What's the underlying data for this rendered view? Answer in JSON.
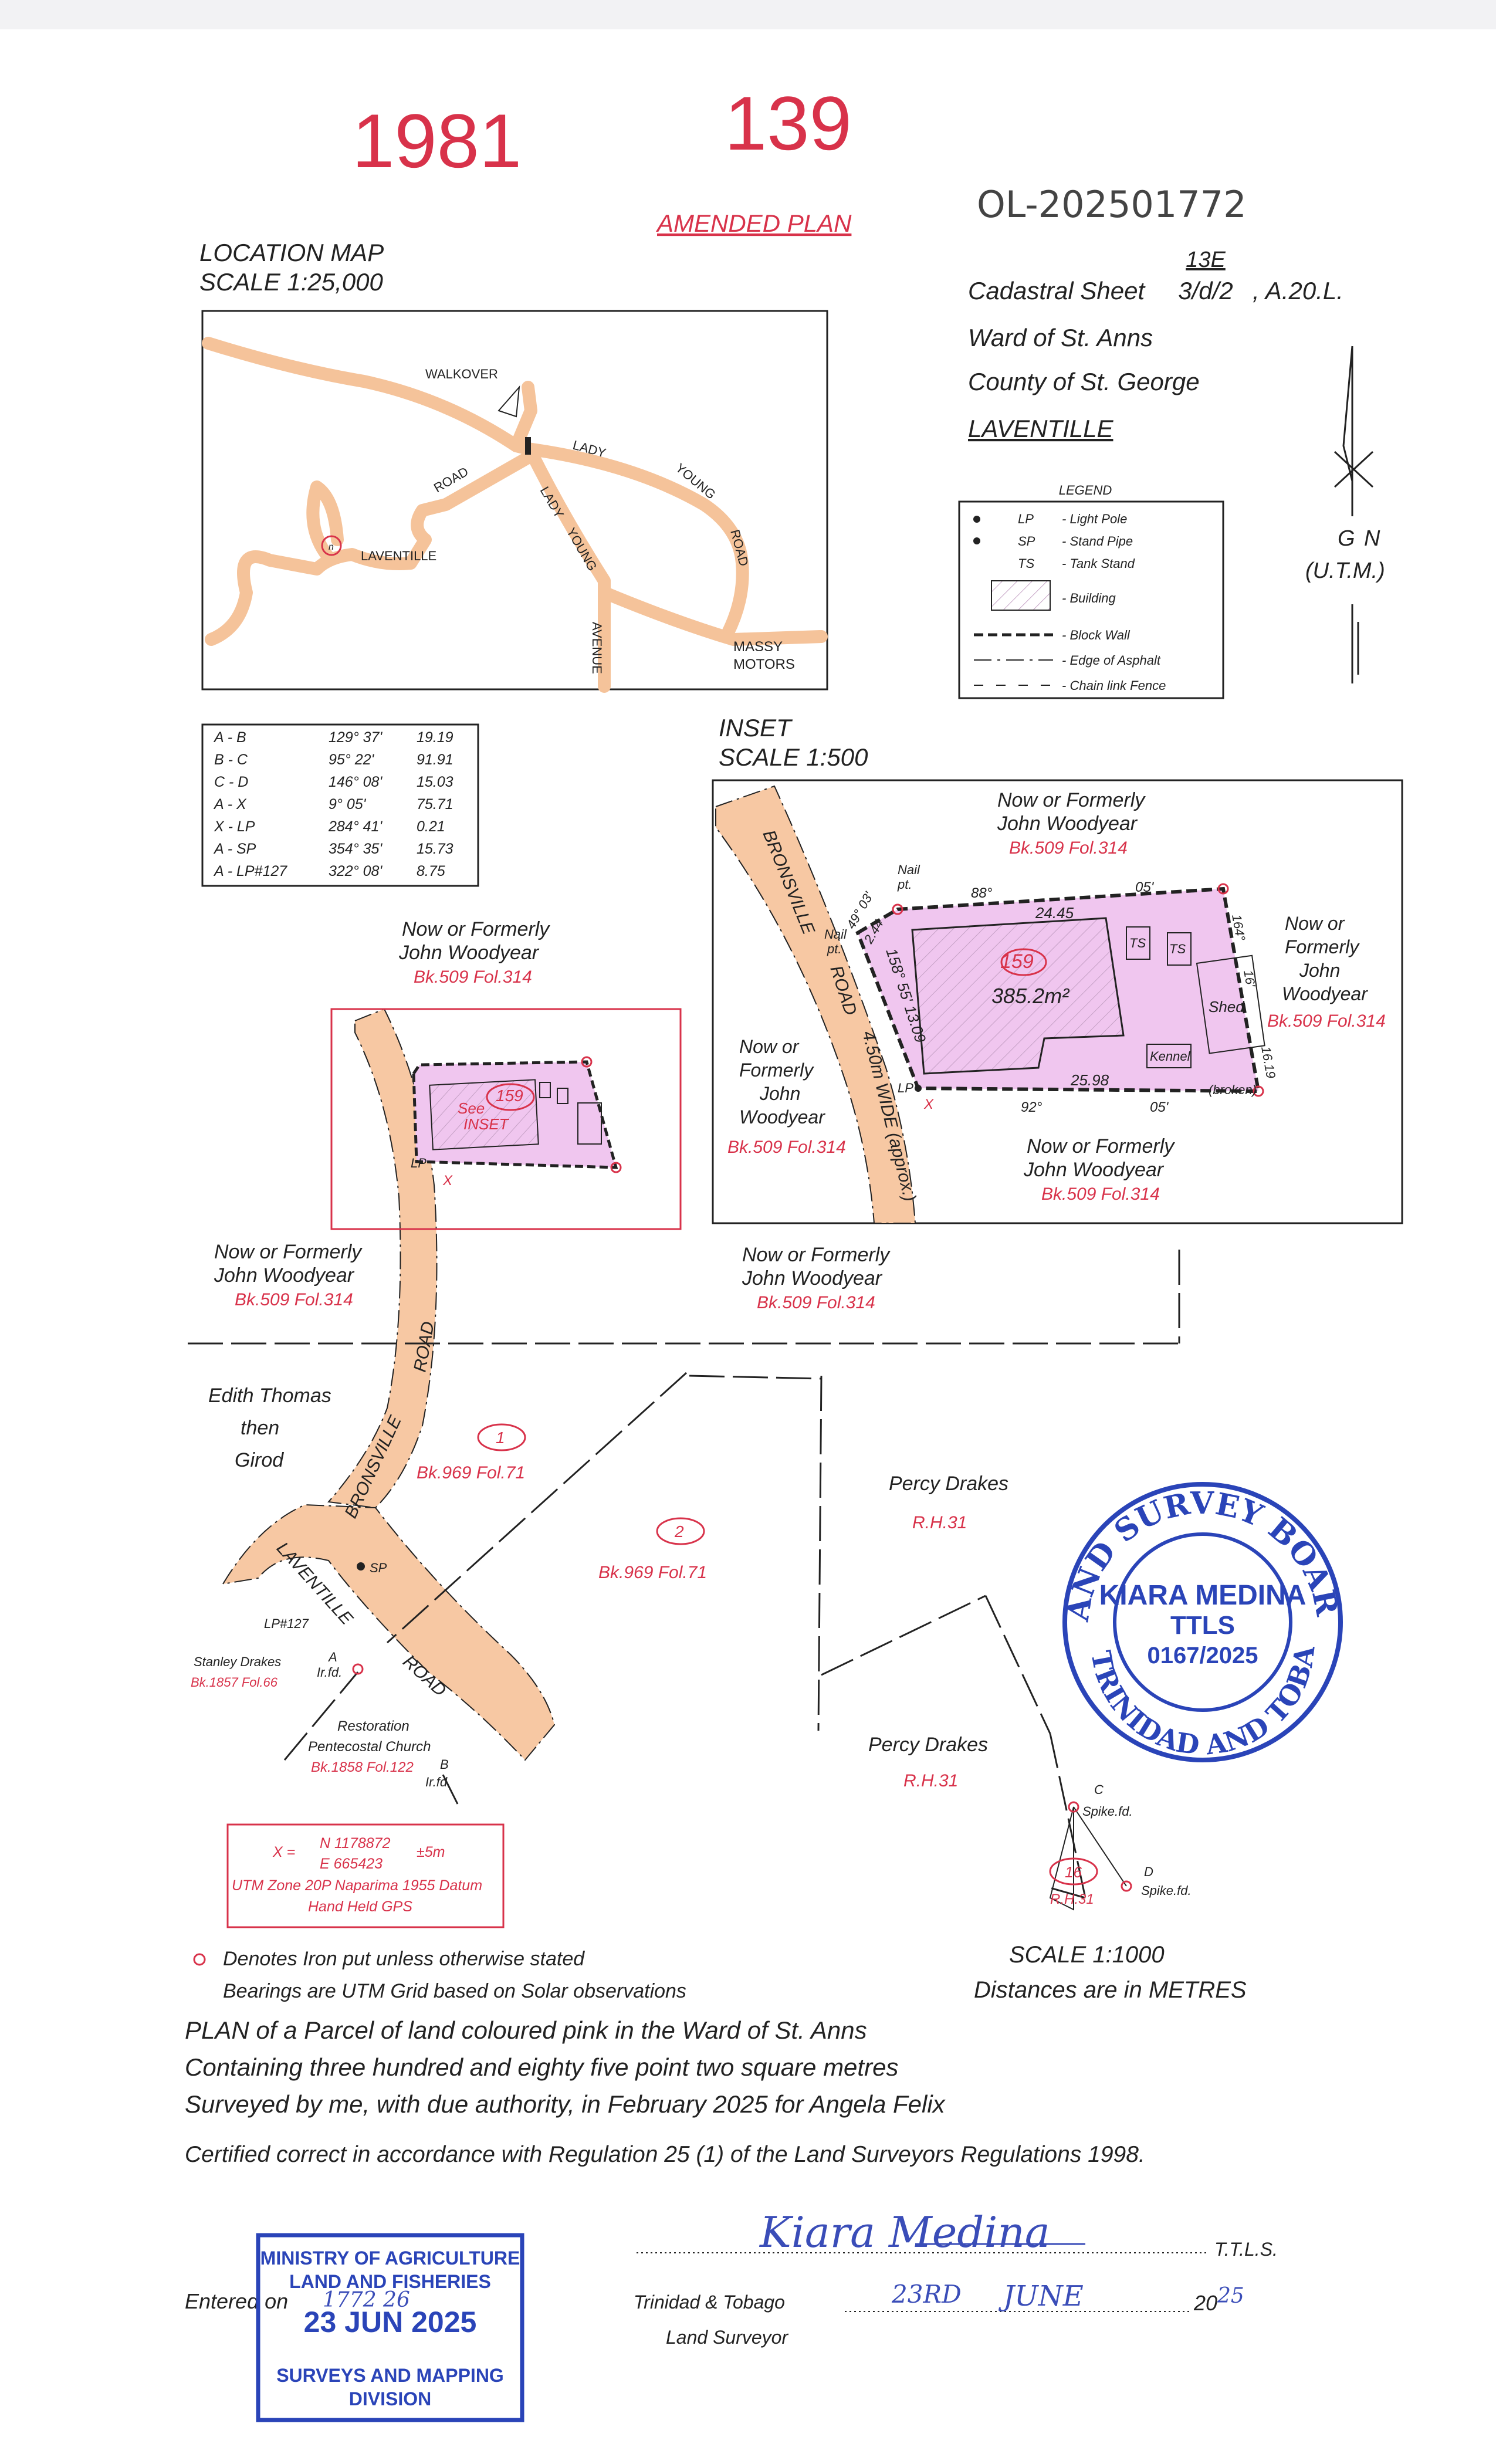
{
  "header": {
    "ref_year": "1981",
    "ref_num": "139",
    "amended": "AMENDED PLAN",
    "ol_number": "OL-202501772"
  },
  "location_map": {
    "title": "LOCATION MAP",
    "scale": "SCALE 1:25,000",
    "labels": {
      "walkover": "WALKOVER",
      "lady1": "LADY",
      "young1": "YOUNG",
      "road1": "ROAD",
      "road2": "ROAD",
      "lady2": "LADY",
      "young2": "YOUNG",
      "laventille": "LAVENTILLE",
      "avenue": "AVENUE",
      "massy1": "MASSY",
      "massy2": "MOTORS"
    }
  },
  "cadastral": {
    "sheet_label": "Cadastral Sheet",
    "sheet_top": "13E",
    "sheet_bottom": "3/d/2",
    "sheet_suffix": ", A.20.L.",
    "ward": "Ward of St. Anns",
    "county": "County of St. George",
    "place": "LAVENTILLE"
  },
  "legend": {
    "title": "LEGEND",
    "items": [
      {
        "code": "LP",
        "desc": "Light Pole"
      },
      {
        "code": "SP",
        "desc": "Stand Pipe"
      },
      {
        "code": "TS",
        "desc": "Tank Stand"
      },
      {
        "code": "",
        "desc": "Building"
      },
      {
        "code": "",
        "desc": "Block Wall"
      },
      {
        "code": "",
        "desc": "Edge of Asphalt"
      },
      {
        "code": "",
        "desc": "Chain link Fence"
      }
    ]
  },
  "north": {
    "g": "G",
    "n": "N",
    "utm": "(U.T.M.)"
  },
  "bearings": [
    [
      "A - B",
      "129° 37'",
      "19.19"
    ],
    [
      "B - C",
      "95° 22'",
      "91.91"
    ],
    [
      "C - D",
      "146° 08'",
      "15.03"
    ],
    [
      "A - X",
      "9° 05'",
      "75.71"
    ],
    [
      "X - LP",
      "284° 41'",
      "0.21"
    ],
    [
      "A - SP",
      "354° 35'",
      "15.73"
    ],
    [
      "A - LP#127",
      "322° 08'",
      "8.75"
    ]
  ],
  "inset": {
    "title": "INSET",
    "scale": "SCALE 1:500",
    "owner_top": [
      "Now or Formerly",
      "John Woodyear"
    ],
    "owner_top_ref": "Bk.509 Fol.314",
    "owner_right": [
      "Now or",
      "Formerly",
      "John",
      "Woodyear"
    ],
    "owner_right_ref": "Bk.509 Fol.314",
    "owner_left": [
      "Now or",
      "Formerly",
      "John",
      "Woodyear"
    ],
    "owner_left_ref": "Bk.509 Fol.314",
    "owner_bottom": [
      "Now or Formerly",
      "John Woodyear"
    ],
    "owner_bottom_ref": "Bk.509 Fol.314",
    "parcel": "159",
    "area": "385.2m²",
    "road1": "BRONSVILLE",
    "road2": "ROAD",
    "road_width": "4.50m  WIDE  (approx.)",
    "dims": {
      "d1": "49° 03'",
      "d2": "2.44",
      "d3": "88°",
      "d4": "05'",
      "d5": "24.45",
      "d6": "164°",
      "d7": "16'",
      "d8": "16.19",
      "d9": "158° 55' 13.09",
      "d10": "25.98",
      "d11": "92°",
      "d12": "05'"
    },
    "nail": [
      "Nail",
      "pt."
    ],
    "nail2": [
      "Nail",
      "pt."
    ],
    "ts": "TS",
    "shed": "Shed",
    "kennel": "Kennel",
    "broken": "(broken)",
    "lp": "LP",
    "x": "X"
  },
  "main": {
    "owner_nw": [
      "Now or Formerly",
      "John Woodyear"
    ],
    "owner_nw_ref": "Bk.509 Fol.314",
    "owner_w": [
      "Now or Formerly",
      "John Woodyear"
    ],
    "owner_w_ref": "Bk.509 Fol.314",
    "owner_s": [
      "Now or Formerly",
      "John Woodyear"
    ],
    "owner_s_ref": "Bk.509 Fol.314",
    "parcel": "159",
    "see_inset": [
      "See",
      "INSET"
    ],
    "lp": "LP",
    "x": "X",
    "edith": [
      "Edith Thomas",
      "then",
      "Girod"
    ],
    "lot1": "1",
    "lot1_ref": "Bk.969 Fol.71",
    "lot2": "2",
    "lot2_ref": "Bk.969 Fol.71",
    "percy1": "Percy Drakes",
    "percy1_ref": "R.H.31",
    "percy2": "Percy Drakes",
    "percy2_ref": "R.H.31",
    "lot16": "16",
    "lot16_ref": "R.H.31",
    "bronsville": "BRONSVILLE",
    "road_a": "ROAD",
    "laventille": "LAVENTILLE",
    "road_b": "ROAD",
    "sp": "SP",
    "lp127": "LP#127",
    "stanley": "Stanley Drakes",
    "stanley_ref": "Bk.1857 Fol.66",
    "a_pt": [
      "A",
      "Ir.fd."
    ],
    "restoration": [
      "Restoration",
      "Pentecostal Church"
    ],
    "church_ref": "Bk.1858 Fol.122",
    "b_pt": [
      "B",
      "Ir.fd."
    ],
    "c_pt": [
      "C",
      "Spike.fd."
    ],
    "d_pt": [
      "D",
      "Spike.fd."
    ]
  },
  "coords": {
    "x": "X =",
    "n": "N  1178872",
    "pm": "±5m",
    "e": "E   665423",
    "utm": "UTM Zone 20P Naparima 1955 Datum",
    "gps": "Hand Held GPS"
  },
  "notes": {
    "iron": "Denotes Iron put unless otherwise stated",
    "bearings": "Bearings are UTM Grid based on Solar observations",
    "scale": "SCALE  1:1000",
    "distances": "Distances are in METRES"
  },
  "statement": [
    "PLAN of a Parcel of land coloured pink in the Ward of St. Anns",
    "Containing three hundred and eighty five point two square metres",
    "Surveyed by me, with due authority, in February 2025 for Angela Felix"
  ],
  "certified": "Certified correct in accordance with Regulation 25 (1) of the Land Surveyors Regulations 1998.",
  "seal": {
    "ring_top": "LAND SURVEY BOARD",
    "ring_bottom": "OF TRINIDAD AND TOBAGO",
    "name": "KIARA MEDINA",
    "title": "TTLS",
    "number": "0167/2025"
  },
  "signature": {
    "handwritten": "Kiara Medina",
    "ttls": "T.T.L.S.",
    "entered": "Entered on",
    "entered_no": "1772 26",
    "tt": "Trinidad & Tobago",
    "surveyor": "Land Surveyor",
    "date_day": "23RD",
    "date_month": "JUNE",
    "year_prefix": "20",
    "year_suffix": "25"
  },
  "ministry_stamp": {
    "line1": "MINISTRY OF AGRICULTURE",
    "line2": "LAND AND FISHERIES",
    "date": "23 JUN 2025",
    "line3": "SURVEYS AND MAPPING",
    "line4": "DIVISION"
  },
  "colors": {
    "pink": "#f0c6ef",
    "road": "#f7c8a3",
    "red": "#d8324a",
    "stamp_blue": "#2a44b8"
  }
}
